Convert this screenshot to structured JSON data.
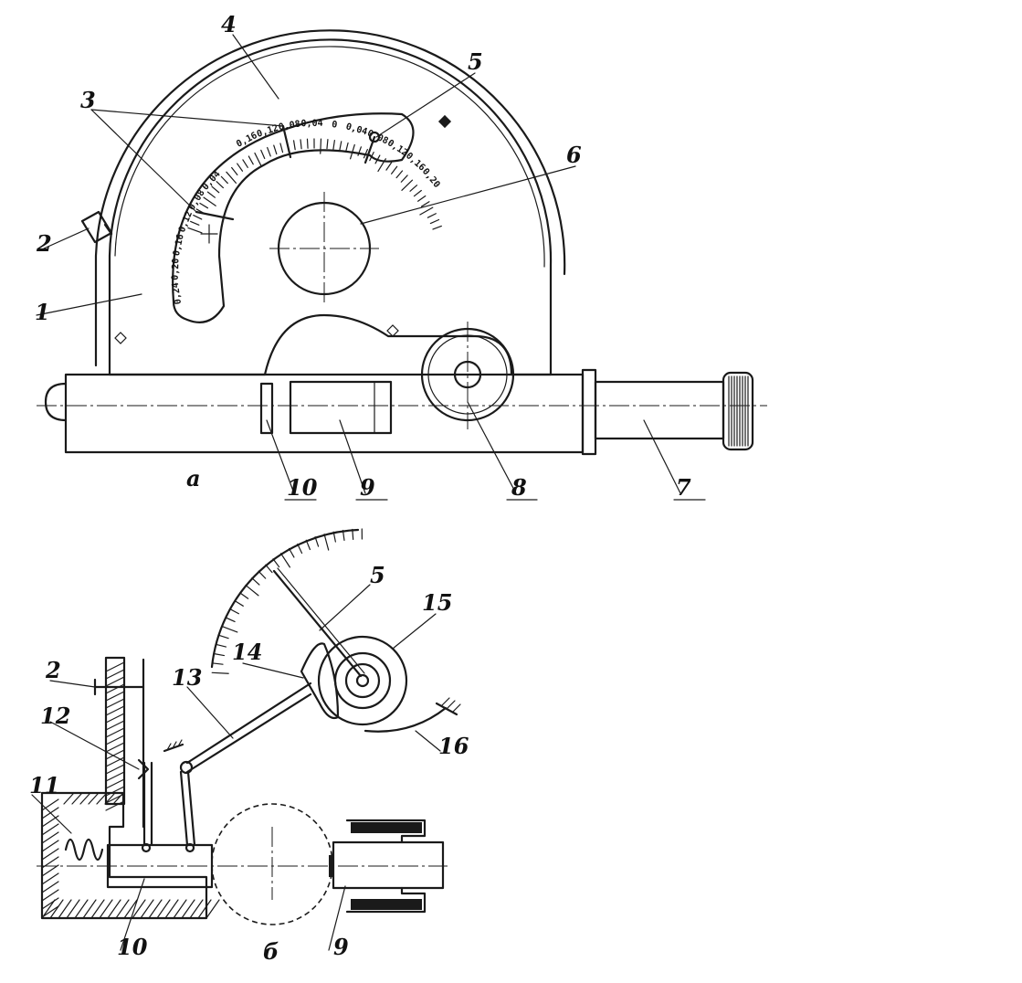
{
  "labels": {
    "a1": "1",
    "a2": "2",
    "a3": "3",
    "a4": "4",
    "a5": "5",
    "a6": "6",
    "a7": "7",
    "a8": "8",
    "a9": "9",
    "a10": "10",
    "b2": "2",
    "b5": "5",
    "b9": "9",
    "b10": "10",
    "b11": "11",
    "b12": "12",
    "b13": "13",
    "b14": "14",
    "b15": "15",
    "b16": "16"
  },
  "captions": {
    "view_a": "а",
    "view_b": "б"
  },
  "scale": {
    "upper": [
      "0,16",
      "0,12",
      "0,08",
      "0,04",
      "0",
      "0,04",
      "0,08",
      "0,12",
      "0,16",
      "0,20"
    ],
    "left": [
      "0,24",
      "0,20",
      "0,16",
      "0,12",
      "0,08",
      "0,04"
    ]
  },
  "colors": {
    "ink": "#1a1a1a",
    "paper": "#ffffff"
  }
}
